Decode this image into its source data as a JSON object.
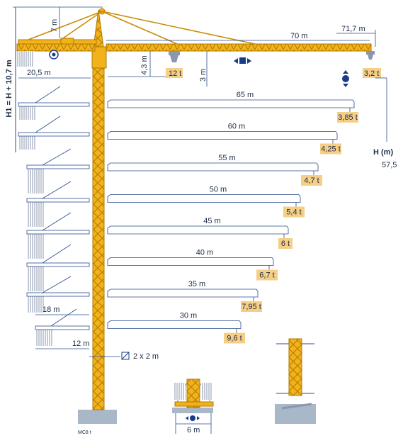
{
  "colors": {
    "mast": "#f2b21b",
    "mast_dark": "#c98a00",
    "line": "#2a4c8a",
    "load_box": "#f6cf86",
    "blue": "#1a3a8a",
    "ground": "#a9b8c9"
  },
  "labels": {
    "h1_formula": "H1 = H + 10,7 m",
    "top_height": "7 m",
    "counter_jib": "20,5 m",
    "jib_length": "70 m",
    "jib_total": "71,7 m",
    "trolley_drop": "4,3 m",
    "hook_3m": "3 m",
    "max_load": "12 t",
    "tip_load": "3,2 t",
    "h_title": "H (m)",
    "h_value": "57,5",
    "counter_18": "18 m",
    "counter_12": "12 m",
    "mast_section": "2 x 2 m",
    "base_width": "6 m",
    "model": "MC8 t"
  },
  "jib_configs": [
    {
      "length": "65 m",
      "load": "3,85 t"
    },
    {
      "length": "60 m",
      "load": "4,25 t"
    },
    {
      "length": "55 m",
      "load": "4,7 t"
    },
    {
      "length": "50 m",
      "load": "5,4 t"
    },
    {
      "length": "45 m",
      "load": "6 t"
    },
    {
      "length": "40 m",
      "load": "6,7 t"
    },
    {
      "length": "35 m",
      "load": "7,95 t"
    },
    {
      "length": "30 m",
      "load": "9,6 t"
    }
  ]
}
